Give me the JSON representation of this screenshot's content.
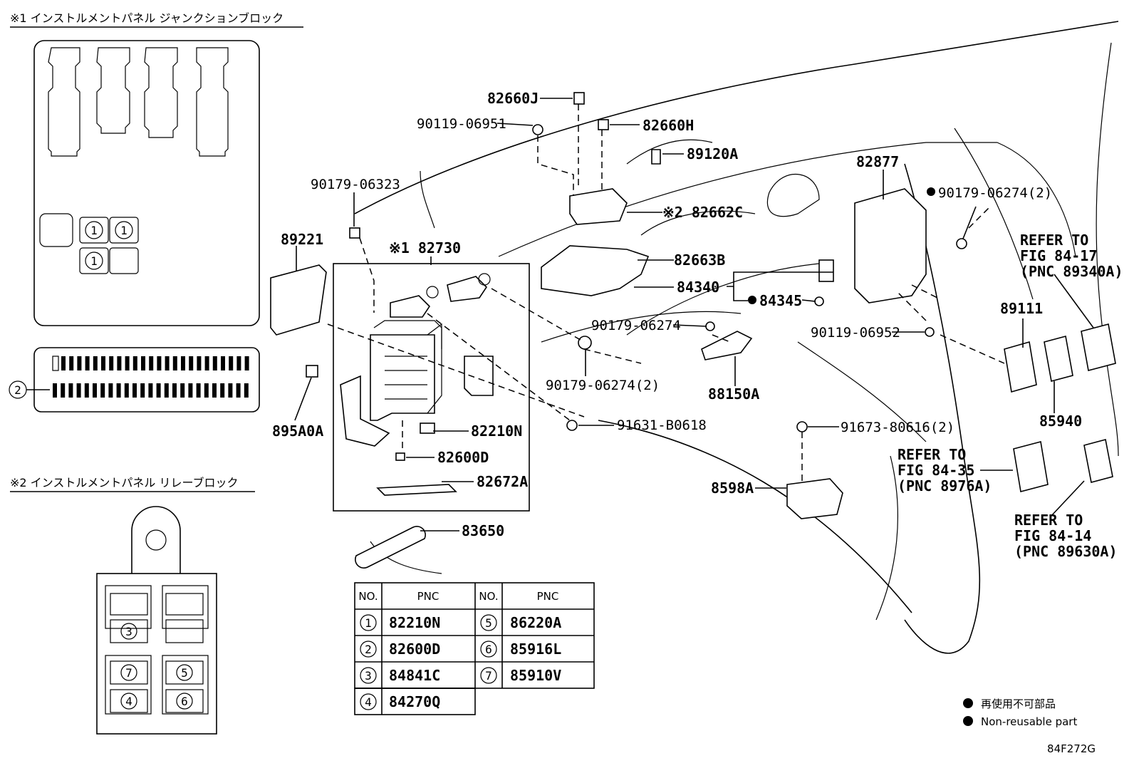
{
  "titles": {
    "block1": "※1 インストルメントパネル ジャンクションブロック",
    "block2": "※2 インストルメントパネル リレーブロック"
  },
  "labels": {
    "p82660J": "82660J",
    "p90119_06951": "90119-06951",
    "p82660H": "82660H",
    "p89120A": "89120A",
    "p82877": "82877",
    "p90179_06323": "90179-06323",
    "p90179_06274_2a": "90179-06274(2)",
    "p82662C": "※2 82662C",
    "p89221": "89221",
    "p82730": "※1 82730",
    "p82663B": "82663B",
    "p84340": "84340",
    "p84345": "84345",
    "p90179_06274": "90179-06274",
    "p90119_06952": "90119-06952",
    "p89111": "89111",
    "p90179_06274_2b": "90179-06274(2)",
    "p88150A": "88150A",
    "p85940": "85940",
    "p895A0A": "895A0A",
    "p82210N": "82210N",
    "p91631": "91631-B0618",
    "p91673": "91673-80616(2)",
    "p82600D": "82600D",
    "p82672A": "82672A",
    "p8598A": "8598A",
    "p83650": "83650",
    "circle2": "2"
  },
  "refs": {
    "ref1": [
      "REFER TO",
      "FIG 84-17",
      "(PNC 89340A)"
    ],
    "ref2": [
      "REFER TO",
      "FIG 84-35",
      "(PNC 8976A)"
    ],
    "ref3": [
      "REFER TO",
      "FIG 84-14",
      "(PNC 89630A)"
    ]
  },
  "block_markers": {
    "jb": [
      "1",
      "1",
      "1"
    ],
    "relay": [
      "3",
      "7",
      "5",
      "4",
      "6"
    ]
  },
  "table": {
    "headers": [
      "NO.",
      "PNC",
      "NO.",
      "PNC"
    ],
    "left": [
      {
        "no": "1",
        "pnc": "82210N"
      },
      {
        "no": "2",
        "pnc": "82600D"
      },
      {
        "no": "3",
        "pnc": "84841C"
      },
      {
        "no": "4",
        "pnc": "84270Q"
      }
    ],
    "right": [
      {
        "no": "5",
        "pnc": "86220A"
      },
      {
        "no": "6",
        "pnc": "85916L"
      },
      {
        "no": "7",
        "pnc": "85910V"
      }
    ]
  },
  "legend": {
    "jp": "再使用不可部品",
    "en": "Non-reusable part"
  },
  "figure_code": "84F272G"
}
